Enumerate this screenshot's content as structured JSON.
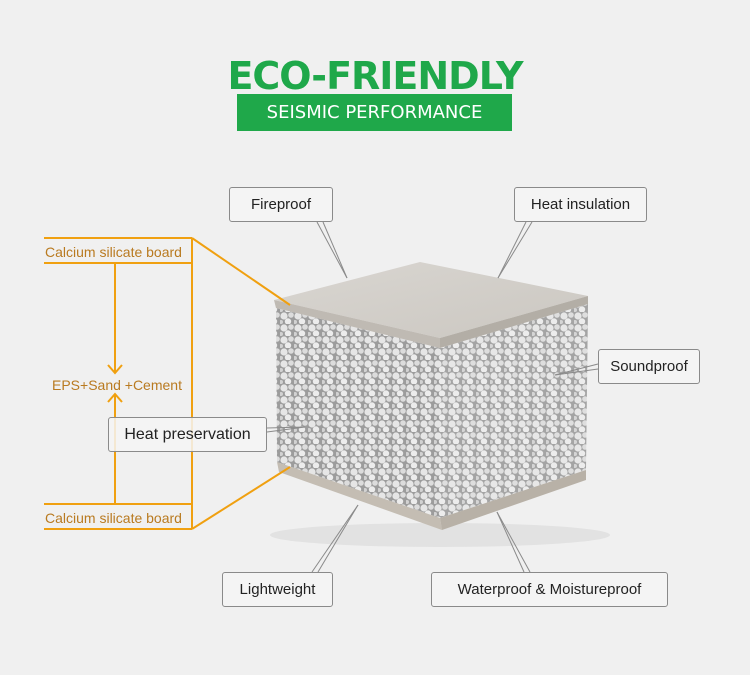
{
  "header": {
    "title": "ECO-FRIENDLY",
    "subtitle": "SEISMIC PERFORMANCE"
  },
  "colors": {
    "brand_green": "#1fa84a",
    "accent_orange": "#f0a010",
    "label_orange": "#b97a20",
    "background": "#f0f0f0"
  },
  "layers": {
    "top": "Calcium silicate board",
    "core": "EPS+Sand +Cement",
    "bottom": "Calcium silicate board"
  },
  "callouts": [
    {
      "label": "Fireproof"
    },
    {
      "label": "Heat insulation"
    },
    {
      "label": "Soundproof"
    },
    {
      "label": "Heat preservation"
    },
    {
      "label": "Lightweight"
    },
    {
      "label": "Waterproof & Moistureproof"
    }
  ]
}
